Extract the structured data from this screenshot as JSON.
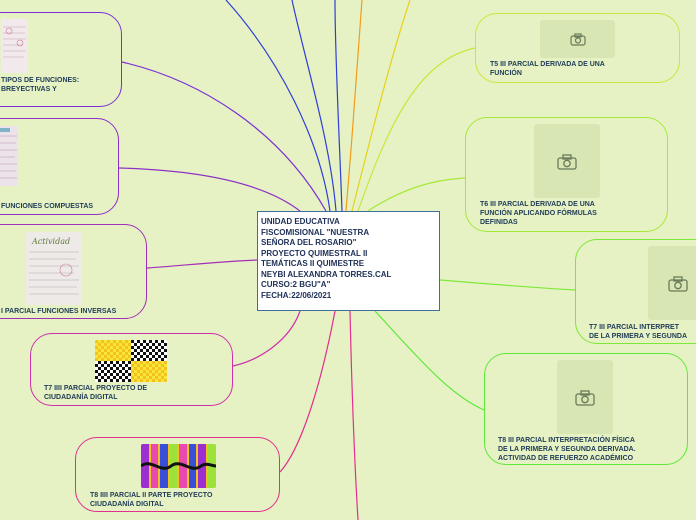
{
  "center": {
    "text": "UNIDAD EDUCATIVA\nFISCOMISIONAL \"NUESTRA\nSEÑORA DEL ROSARIO\"\nPROYECTO QUIMESTRAL II\nTEMÁTICAS II QUIMESTRE\nNEYBI ALEXANDRA TORRES.CAL\nCURSO:2 BGU\"A\"\nFECHA:22/06/2021"
  },
  "left_nodes": [
    {
      "label": "TIPOS DE FUNCIONES:\nBREYECTIVAS Y",
      "color": "#7b2fd6"
    },
    {
      "label": "FUNCIONES COMPUESTAS",
      "color": "#8e2fc6"
    },
    {
      "label": "I PARCIAL FUNCIONES INVERSAS",
      "color": "#a12fb8"
    },
    {
      "label": "T7 IIII PARCIAL PROYECTO DE\nCIUDADANÍA DIGITAL",
      "color": "#cf2faa"
    },
    {
      "label": "T8 IIII PARCIAL II PARTE PROYECTO\nCIUDADANÍA DIGITAL",
      "color": "#e02f8f"
    }
  ],
  "right_nodes": [
    {
      "label": "T5 III PARCIAL DERIVADA DE UNA\nFUNCIÓN",
      "color": "#c9e63a",
      "icon": "camera-icon"
    },
    {
      "label": "T6 III PARCIAL DERIVADA DE UNA\nFUNCIÓN APLICANDO FÓRMULAS\nDEFINIDAS",
      "color": "#a6e83a",
      "icon": "camera-icon"
    },
    {
      "label": "T7 III PARCIAL INTERPRET\nDE LA PRIMERA Y SEGUNDA",
      "color": "#7ee83a",
      "icon": "camera-icon"
    },
    {
      "label": "T8 III PARCIAL INTERPRETACIÓN FÍSICA\nDE LA PRIMERA Y SEGUNDA DERIVADA.\nACTIVIDAD DE REFUERZO ACADÉMICO",
      "color": "#5fe83a",
      "icon": "camera-icon"
    }
  ],
  "colors": {
    "background": "#e6f2c4",
    "center_border": "#3e6f9a",
    "branch_blue": "#2f3fd6",
    "branch_orange": "#f59a1a",
    "branch_yellow": "#e6d21a",
    "branch_magenta": "#e02f8f"
  }
}
